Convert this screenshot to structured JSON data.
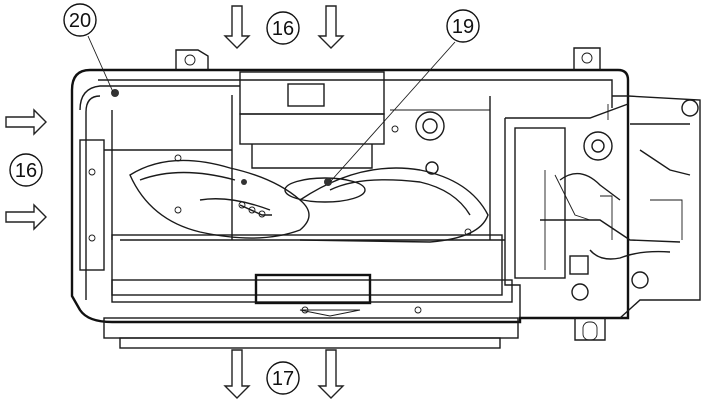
{
  "callouts": {
    "c20": "20",
    "c16_top": "16",
    "c19": "19",
    "c16_left": "16",
    "c17": "17"
  },
  "colors": {
    "line": "#1a1a1a",
    "fill": "#ffffff",
    "dark_fill": "#333333"
  }
}
